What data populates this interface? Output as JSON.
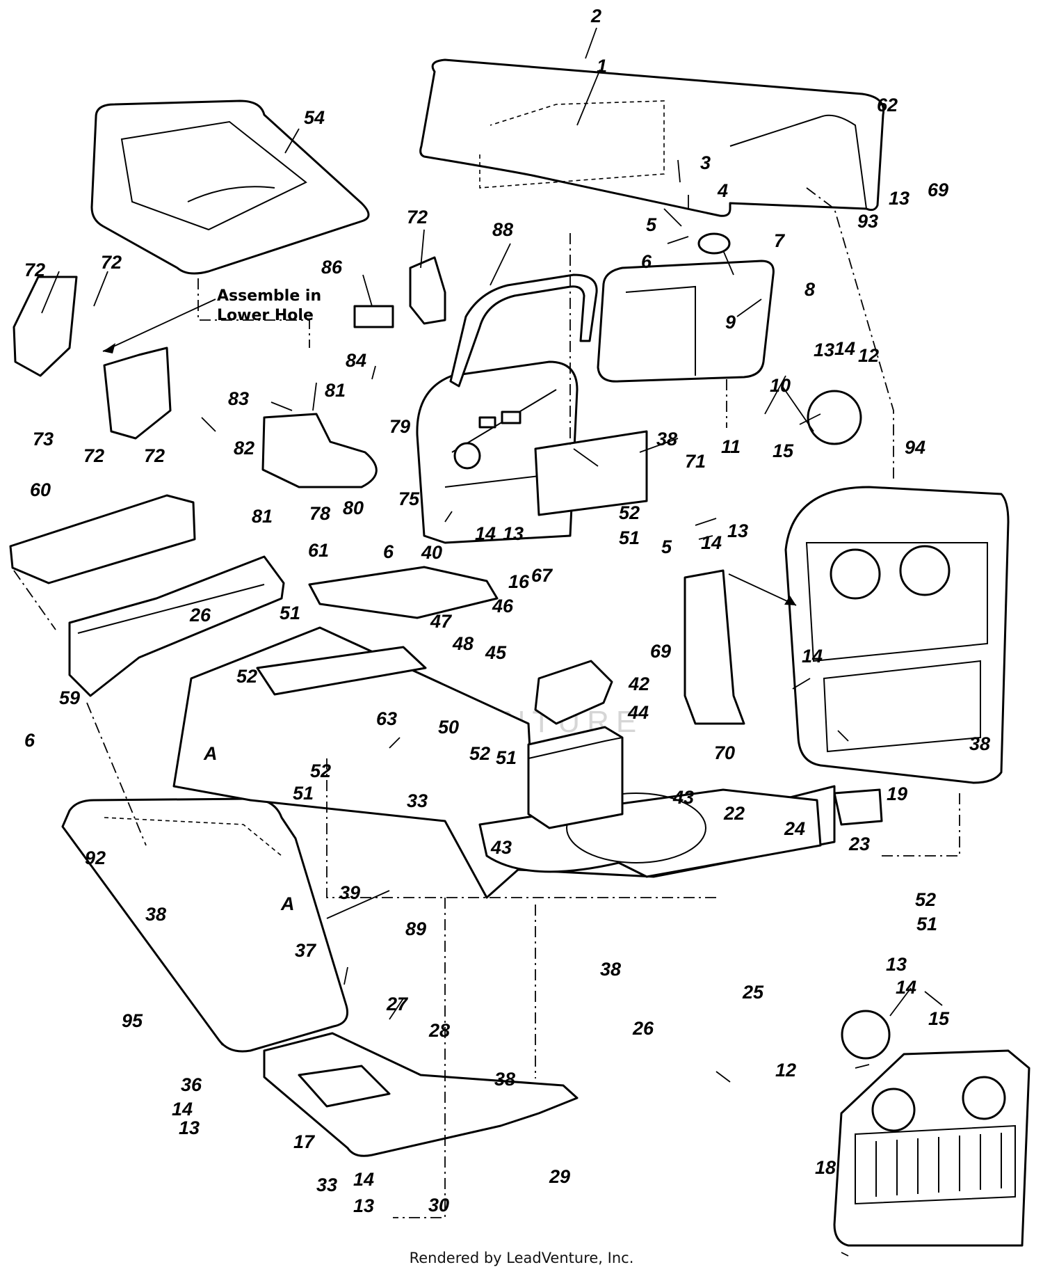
{
  "diagram": {
    "note_line1": "Assemble in",
    "note_line2": "Lower Hole",
    "watermark": "LEADVENTURE",
    "footer": "Rendered by LeadVenture, Inc.",
    "callouts": {
      "c2": "2",
      "c1": "1",
      "c62": "62",
      "c69a": "69",
      "c13a": "13",
      "c93": "93",
      "c3": "3",
      "c4": "4",
      "c5a": "5",
      "c6a": "6",
      "c7": "7",
      "c8": "8",
      "c9": "9",
      "c54": "54",
      "c72a": "72",
      "c72b": "72",
      "c72c": "72",
      "c72d": "72",
      "c72e": "72",
      "c73": "73",
      "c86": "86",
      "c88": "88",
      "c84": "84",
      "c83": "83",
      "c81a": "81",
      "c81b": "81",
      "c82": "82",
      "c78": "78",
      "c80": "80",
      "c79": "79",
      "c75": "75",
      "c38a": "38",
      "c71": "71",
      "c13b": "13",
      "c14a": "14",
      "c12a": "12",
      "c10": "10",
      "c11": "11",
      "c15a": "15",
      "c94": "94",
      "c60": "60",
      "c40": "40",
      "c14b": "14",
      "c13c": "13",
      "c52a": "52",
      "c51a": "51",
      "c67": "67",
      "c5b": "5",
      "c14c": "14",
      "c13d": "13",
      "c61": "61",
      "c6b": "6",
      "c16": "16",
      "c46": "46",
      "c47": "47",
      "c48": "48",
      "c45": "45",
      "c42": "42",
      "c69b": "69",
      "c14d": "14",
      "c26a": "26",
      "c51b": "51",
      "c52b": "52",
      "c63": "63",
      "c50": "50",
      "c44": "44",
      "c52c": "52",
      "c51c": "51",
      "c70": "70",
      "c38b": "38",
      "c19": "19",
      "c6c": "6",
      "c59": "59",
      "cA1": "A",
      "c52d": "52",
      "c51d": "51",
      "c33a": "33",
      "c43a": "43",
      "c43b": "43",
      "c22": "22",
      "c24": "24",
      "c23": "23",
      "c52e": "52",
      "c51e": "51",
      "c92": "92",
      "c39": "39",
      "c89": "89",
      "cA2": "A",
      "c38c": "38",
      "c37": "37",
      "c38d": "38",
      "c25": "25",
      "c26b": "26",
      "c13e": "13",
      "c14e": "14",
      "c15b": "15",
      "c12b": "12",
      "c95": "95",
      "c27": "27",
      "c28": "28",
      "c36": "36",
      "c14f": "14",
      "c13f": "13",
      "c17": "17",
      "c38e": "38",
      "c33b": "33",
      "c29": "29",
      "c14g": "14",
      "c13g": "13",
      "c30": "30",
      "c18": "18"
    }
  }
}
